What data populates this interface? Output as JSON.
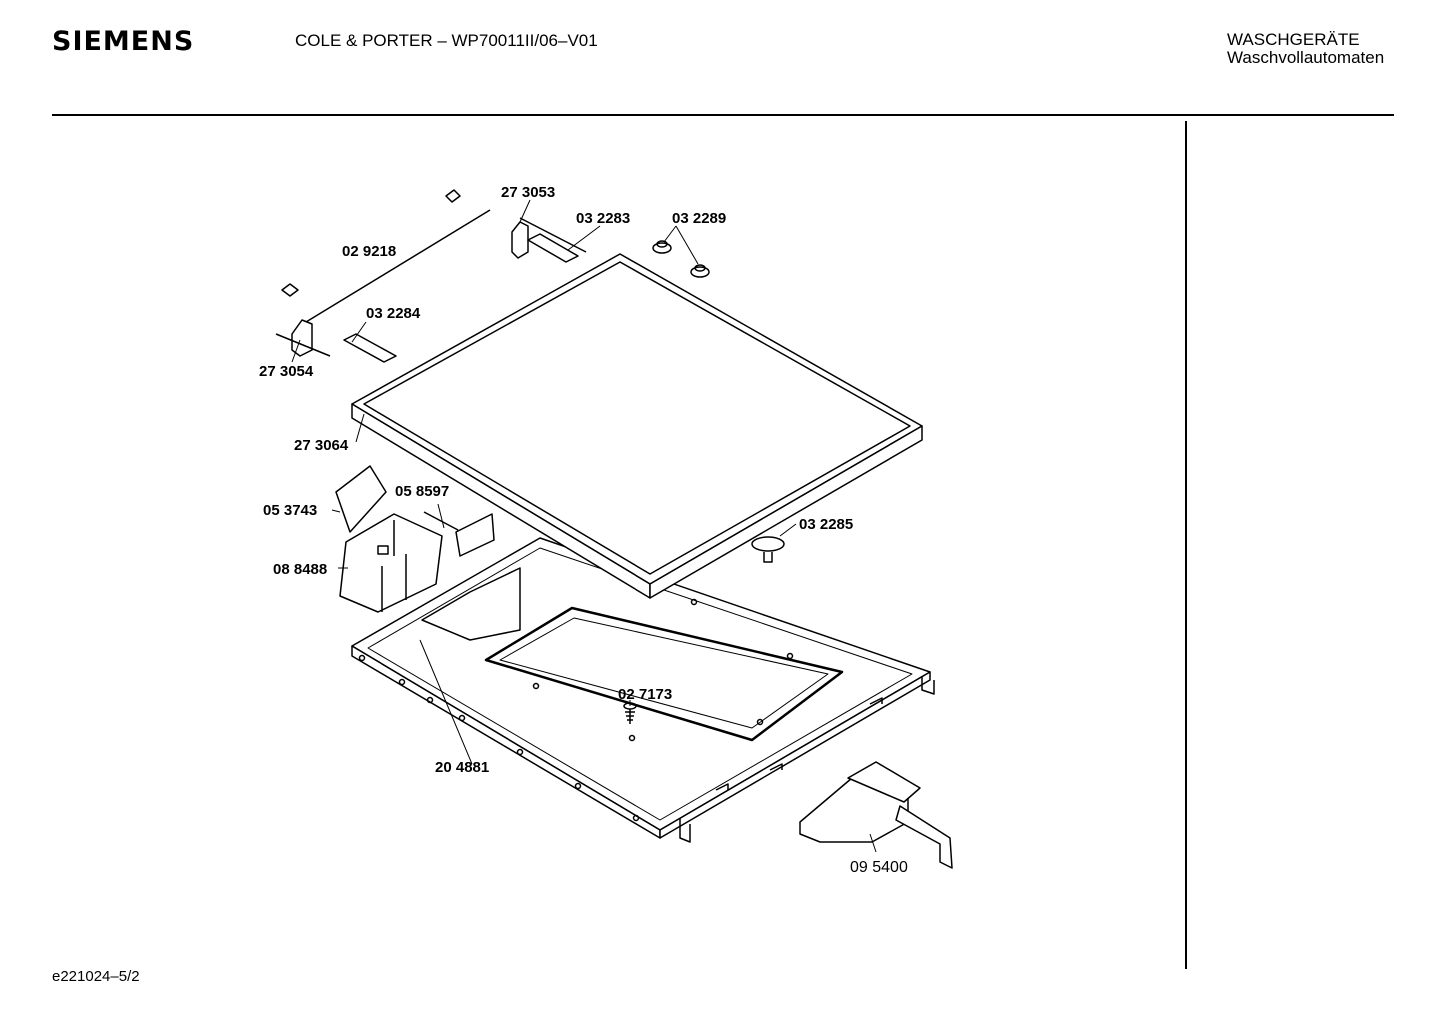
{
  "header": {
    "brand": "SIEMENS",
    "model": "COLE & PORTER – WP70011II/06–V01",
    "category_line1": "WASCHGERÄTE",
    "category_line2": "Waschvollautomaten"
  },
  "footer": {
    "doc_ref": "e221024–5/2"
  },
  "parts": [
    {
      "id": "p-273053",
      "number": "27 3053"
    },
    {
      "id": "p-032283",
      "number": "03 2283"
    },
    {
      "id": "p-032289",
      "number": "03 2289"
    },
    {
      "id": "p-029218",
      "number": "02 9218"
    },
    {
      "id": "p-032284",
      "number": "03 2284"
    },
    {
      "id": "p-273054",
      "number": "27 3054"
    },
    {
      "id": "p-273064",
      "number": "27 3064"
    },
    {
      "id": "p-053743",
      "number": "05 3743"
    },
    {
      "id": "p-058597",
      "number": "05 8597"
    },
    {
      "id": "p-088488",
      "number": "08 8488"
    },
    {
      "id": "p-032285",
      "number": "03 2285"
    },
    {
      "id": "p-027173",
      "number": "02 7173"
    },
    {
      "id": "p-204881",
      "number": "20 4881"
    },
    {
      "id": "p-095400",
      "number": "09 5400"
    }
  ]
}
